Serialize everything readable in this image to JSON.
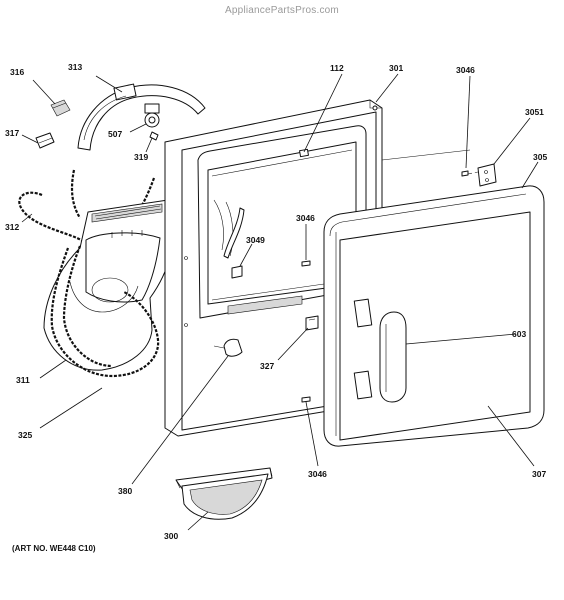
{
  "watermark": "AppliancePartsPros.com",
  "art_number": "(ART NO. WE448 C10)",
  "callouts": {
    "p316": "316",
    "p313": "313",
    "p317": "317",
    "p507": "507",
    "p319": "319",
    "p312": "312",
    "p311": "311",
    "p325": "325",
    "p112": "112",
    "p301": "301",
    "p3046a": "3046",
    "p3051": "3051",
    "p305": "305",
    "p3046b": "3046",
    "p3049": "3049",
    "p603": "603",
    "p327": "327",
    "p380": "380",
    "p3046c": "3046",
    "p307": "307",
    "p300": "300"
  }
}
